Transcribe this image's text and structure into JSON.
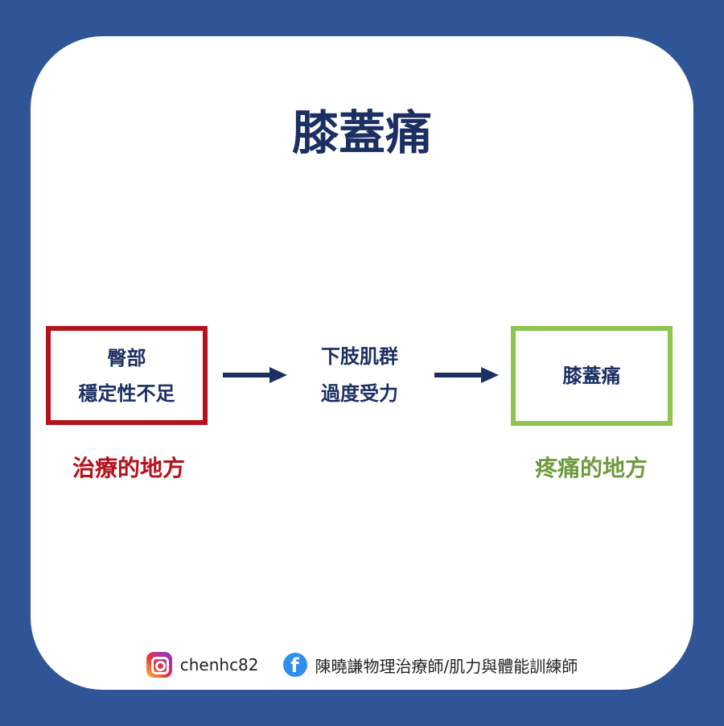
{
  "title": "膝蓋痛",
  "cause_box": {
    "line1": "臀部",
    "line2": "穩定性不足"
  },
  "middle": {
    "line1": "下肢肌群",
    "line2": "過度受力"
  },
  "effect_box": {
    "label": "膝蓋痛"
  },
  "treat_label": "治療的地方",
  "pain_label": "疼痛的地方",
  "footer": {
    "instagram": "chenhc82",
    "facebook": "陳曉謙物理治療師/肌力與體能訓練師",
    "fb_glyph": "f"
  },
  "colors": {
    "background": "#2f5596",
    "navy": "#1b2f63",
    "red": "#b5121b",
    "green": "#8dc550",
    "green_text": "#6f9a3e"
  }
}
